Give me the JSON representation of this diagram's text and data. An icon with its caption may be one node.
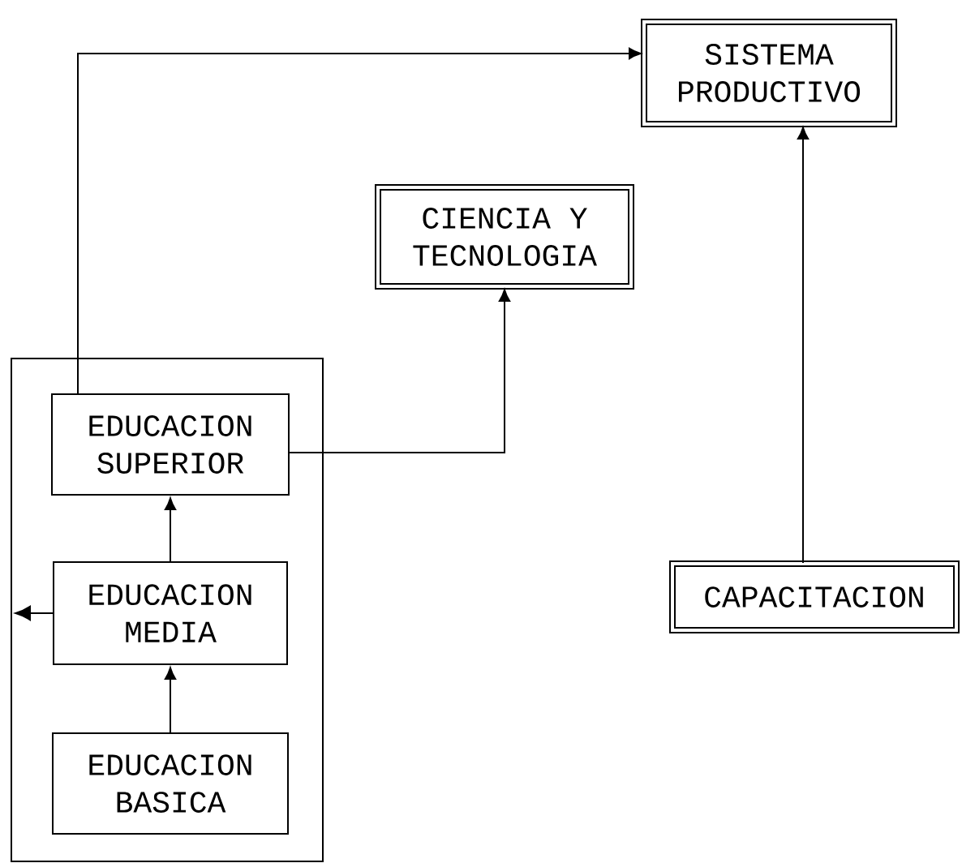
{
  "diagram": {
    "nodes": [
      {
        "text": [],
        "shape": "box"
      },
      {
        "text": [
          "EDUCACION SUPERIOR"
        ],
        "in": 0
      },
      {
        "text": [
          "EDUCACION MEDIA"
        ],
        "in": 0
      },
      {
        "text": [
          "EDUCACION BASICA"
        ],
        "in": 0
      },
      {
        "text": [
          "SISTEMA PRODUCTIVO"
        ]
      },
      {
        "text": [
          "CIENCIA Y TECNOLOGIA"
        ]
      },
      {
        "text": [
          "CAPACITACION"
        ]
      }
    ],
    "edges": [
      {
        "from": 1,
        "to": 4,
        "arrow": "to"
      },
      {
        "from": 1,
        "to": 5,
        "arrow": "to"
      },
      {
        "from": 2,
        "to": 1,
        "arrow": "to"
      },
      {
        "from": 3,
        "to": 2,
        "arrow": "to"
      },
      {
        "from": 2,
        "to": null,
        "arrow": "to"
      },
      {
        "from": 6,
        "to": 4,
        "arrow": "to"
      }
    ]
  }
}
